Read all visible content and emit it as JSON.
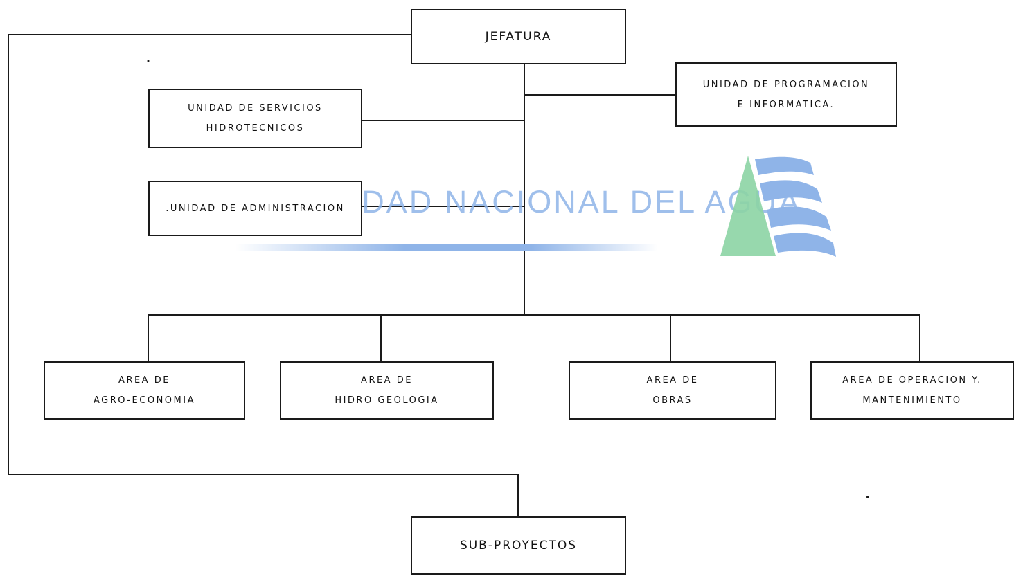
{
  "diagram": {
    "top_unit": {
      "lines": [
        "JEFATURA"
      ]
    },
    "staff_units": {
      "servicios": {
        "lines": [
          "UNIDAD DE SERVICIOS",
          "HIDROTECNICOS"
        ]
      },
      "administracion": {
        "lines": [
          ".UNIDAD DE ADMINISTRACION"
        ]
      },
      "programacion": {
        "lines": [
          "UNIDAD DE PROGRAMACION",
          "E  INFORMATICA."
        ]
      }
    },
    "areas": {
      "agro": {
        "lines": [
          "AREA DE",
          "AGRO-ECONOMIA"
        ]
      },
      "hidrogeologia": {
        "lines": [
          "AREA DE",
          "HIDRO GEOLOGIA"
        ]
      },
      "obras": {
        "lines": [
          "AREA DE",
          "OBRAS"
        ]
      },
      "operacion": {
        "lines": [
          "AREA DE OPERACION Y.",
          "MANTENIMIENTO"
        ]
      }
    },
    "subprojects": {
      "lines": [
        "SUB-PROYECTOS"
      ]
    }
  },
  "watermark": {
    "text": "AUTORIDAD NACIONAL DEL AGUA",
    "colors": {
      "green": "#8cd4a4",
      "blue": "#8fb4e8"
    }
  }
}
